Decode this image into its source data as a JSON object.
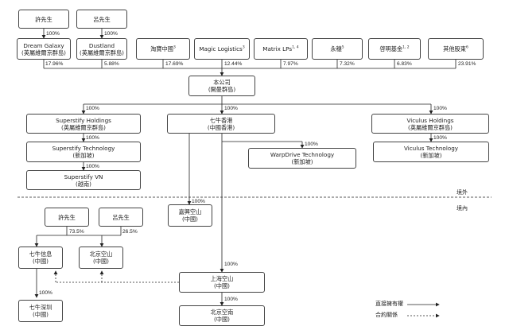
{
  "top_people": {
    "hsu": "許先生",
    "lu": "呂先生",
    "hsu_pct": "100%",
    "lu_pct": "100%"
  },
  "shareholders": [
    {
      "name": "Dream Galaxy",
      "sub": "(英屬維爾京群島)",
      "pct": "17.96%"
    },
    {
      "name": "Dustland",
      "sub": "(英屬維爾京群島)",
      "pct": "5.88%"
    },
    {
      "name": "淘寶中國",
      "sup": "3",
      "pct": "17.69%"
    },
    {
      "name": "Magic Logistics",
      "sup": "3",
      "pct": "12.44%"
    },
    {
      "name": "Matrix LPs",
      "sup": "1, 4",
      "pct": "7.97%"
    },
    {
      "name": "永穗",
      "sup": "5",
      "pct": "7.32%"
    },
    {
      "name": "啓明基金",
      "sup": "1, 2",
      "pct": "6.83%"
    },
    {
      "name": "其他股東",
      "sup": "6",
      "pct": "23.91%"
    }
  ],
  "company": {
    "name": "本公司",
    "sub": "(開曼群島)"
  },
  "offshore": {
    "superstify_holdings": {
      "name": "Superstify Holdings",
      "sub": "(英屬維爾京群島)",
      "pct": "100%"
    },
    "superstify_tech": {
      "name": "Superstify Technology",
      "sub": "(新加坡)",
      "pct": "100%"
    },
    "superstify_vn": {
      "name": "Superstify VN",
      "sub": "(越南)",
      "pct": "100%"
    },
    "hk": {
      "name": "七牛香港",
      "sub": "(中國香港)",
      "pct": "100%"
    },
    "warpdrive": {
      "name": "WarpDrive Technology",
      "sub": "(新加坡)",
      "pct": "100%"
    },
    "viculus_holdings": {
      "name": "Viculus Holdings",
      "sub": "(英屬維爾京群島)",
      "pct": "100%"
    },
    "viculus_tech": {
      "name": "Viculus Technology",
      "sub": "(新加坡)",
      "pct": "100%"
    }
  },
  "boundary": {
    "outside": "境外",
    "inside": "境內"
  },
  "onshore": {
    "hsu": "許先生",
    "lu": "呂先生",
    "hsu_pct": "73.5%",
    "lu_pct": "26.5%",
    "xinxi": {
      "name": "七牛信息",
      "sub": "(中國)"
    },
    "beijing_kongshan": {
      "name": "北京空山",
      "sub": "(中國)"
    },
    "jiaxing": {
      "name": "嘉興空山",
      "sub": "(中國)",
      "pct": "100%"
    },
    "shanghai": {
      "name": "上海空山",
      "sub": "(中國)",
      "pct": "100%"
    },
    "beijing_kongnan": {
      "name": "北京空南",
      "sub": "(中國)",
      "pct": "100%"
    },
    "shenzhen": {
      "name": "七牛深圳",
      "sub": "(中國)",
      "pct": "100%"
    }
  },
  "legend": {
    "direct": "直接擁有權",
    "contract": "合約關係"
  }
}
